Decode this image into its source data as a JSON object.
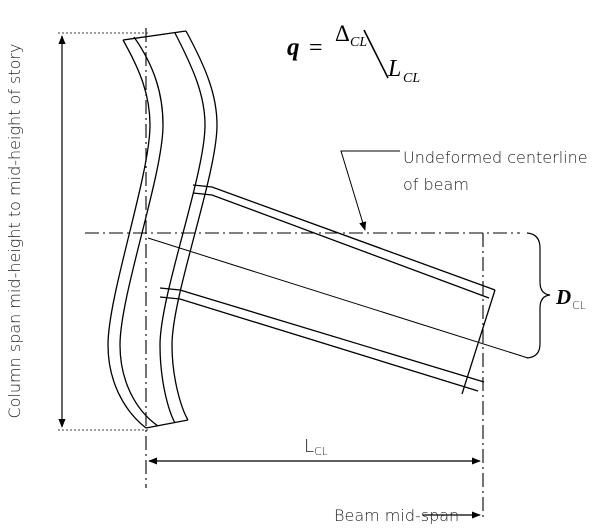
{
  "formula": {
    "lhs": "q",
    "equals": "=",
    "numerator": "Δ",
    "numerator_sub": "CL",
    "slash": "/",
    "denominator": "L",
    "denominator_sub": "CL"
  },
  "labels": {
    "column_span": "Column span mid-height to mid-height of story",
    "undeformed_line1": "Undeformed centerline",
    "undeformed_line2": "of beam",
    "delta": "D",
    "delta_sub": "CL",
    "l_cl": "L",
    "l_cl_sub": "CL",
    "beam_midspan": "Beam mid-span"
  }
}
